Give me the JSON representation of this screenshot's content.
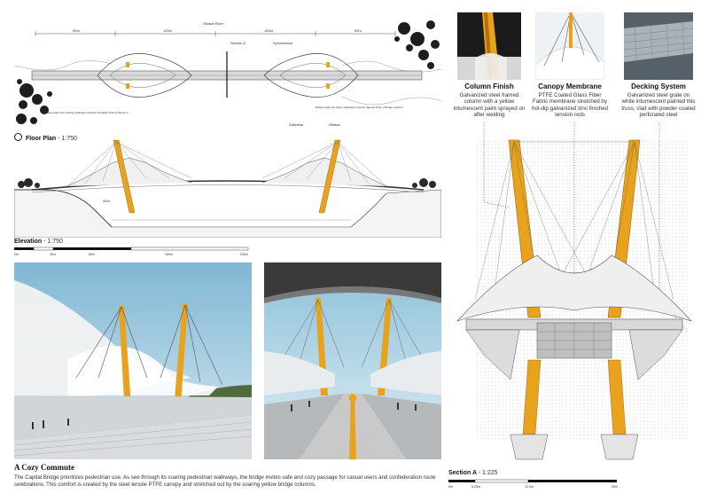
{
  "floor_plan": {
    "title": "Floor Plan",
    "scale": "- 1:750",
    "dimensions": [
      "90m",
      "120m",
      "120m",
      "90m"
    ],
    "river_label": "Ottawa River",
    "section_label": "Section A",
    "center_label": "Symmetrical",
    "left_note": "Bridge leads into existing walkways towards Canadian History Museum",
    "right_note": "Bridge leads into future walkways towards Nepean Point + Bridge Lookout",
    "bottom_labels": [
      "Gatineau",
      "Ottawa"
    ]
  },
  "elevation": {
    "title": "Elevation",
    "scale": "- 1:750",
    "depth_label": "40m",
    "scale_ticks": [
      "0m",
      "40m",
      "80m",
      "160m",
      "240m"
    ]
  },
  "details": [
    {
      "title": "Column Finish",
      "text": "Galvanized steel framed column with a yellow intumescent paint sprayed on after welding"
    },
    {
      "title": "Canopy Membrane",
      "text": "PTFE Coated Glass Fiber Fabric membrane stretched by hot-dip galvanized zinc finished tension rods"
    },
    {
      "title": "Decking System",
      "text": "Galvanized steel grate on white intumescent painted this truss, clad with powder coated perforated steel"
    }
  ],
  "caption": {
    "title": "A Cozy Commute",
    "body": "The Capital Bridge prioritizes pedestrian use. As see through its soaring pedestrian walkways, the bridge invites safe and cozy passage for casual users and confederation route celebrations. This comfort is created by the steel tensile PTFE canopy and stretched out by the soaring yellow bridge columns."
  },
  "section": {
    "title": "Section A",
    "scale": "- 1:225",
    "scale_ticks": [
      "0m",
      "6.25m",
      "12.5m",
      "25m"
    ]
  },
  "colors": {
    "accent_yellow": "#e8a21c",
    "membrane": "#eeeeee",
    "steel": "#666666",
    "sky": "#9cc7dc",
    "water": "#5d8a8c"
  }
}
